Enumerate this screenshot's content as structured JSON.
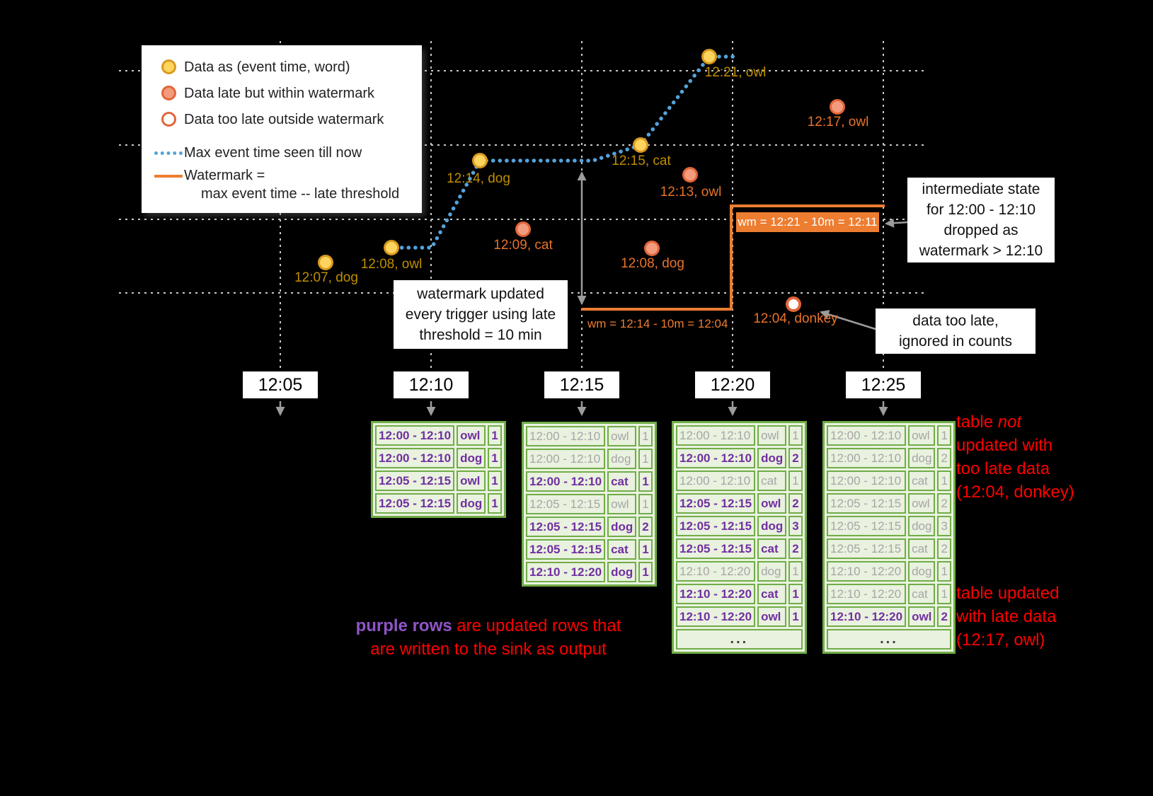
{
  "legend": {
    "items": [
      {
        "label": "Data as (event time, word)"
      },
      {
        "label": "Data late but within watermark"
      },
      {
        "label": "Data too late outside watermark"
      },
      {
        "label": "Max event time seen till now"
      },
      {
        "label": "Watermark =",
        "sublabel": "max event time -- late threshold"
      }
    ]
  },
  "points": {
    "on_time": [
      {
        "label": "12:07, dog"
      },
      {
        "label": "12:08, owl"
      },
      {
        "label": "12:14, dog"
      },
      {
        "label": "12:15, cat"
      },
      {
        "label": "12:21, owl"
      }
    ],
    "late": [
      {
        "label": "12:09, cat"
      },
      {
        "label": "12:13, owl"
      },
      {
        "label": "12:08, dog"
      },
      {
        "label": "12:17, owl"
      }
    ],
    "too_late": [
      {
        "label": "12:04, donkey"
      }
    ]
  },
  "watermark": {
    "label_1": "wm = 12:14 - 10m = 12:04",
    "label_2": "wm = 12:21 - 10m = 12:11"
  },
  "callouts": {
    "trigger_lines": [
      "watermark updated",
      "every trigger using late",
      "threshold = 10 min"
    ],
    "dropped_lines": [
      "intermediate state",
      "for 12:00 - 12:10",
      "dropped as",
      "watermark > 12:10"
    ],
    "too_late_lines": [
      "data too late,",
      "ignored in counts"
    ]
  },
  "timeline": {
    "labels": [
      "12:05",
      "12:10",
      "12:15",
      "12:20",
      "12:25"
    ]
  },
  "tables": [
    {
      "trigger": "12:10",
      "rows": [
        {
          "window": "12:00 - 12:10",
          "word": "owl",
          "count": "1",
          "state": "updated"
        },
        {
          "window": "12:00 - 12:10",
          "word": "dog",
          "count": "1",
          "state": "updated"
        },
        {
          "window": "12:05 - 12:15",
          "word": "owl",
          "count": "1",
          "state": "updated"
        },
        {
          "window": "12:05 - 12:15",
          "word": "dog",
          "count": "1",
          "state": "updated"
        }
      ]
    },
    {
      "trigger": "12:15",
      "rows": [
        {
          "window": "12:00 - 12:10",
          "word": "owl",
          "count": "1",
          "state": "old"
        },
        {
          "window": "12:00 - 12:10",
          "word": "dog",
          "count": "1",
          "state": "old"
        },
        {
          "window": "12:00 - 12:10",
          "word": "cat",
          "count": "1",
          "state": "updated"
        },
        {
          "window": "12:05 - 12:15",
          "word": "owl",
          "count": "1",
          "state": "old"
        },
        {
          "window": "12:05 - 12:15",
          "word": "dog",
          "count": "2",
          "state": "updated"
        },
        {
          "window": "12:05 - 12:15",
          "word": "cat",
          "count": "1",
          "state": "updated"
        },
        {
          "window": "12:10 - 12:20",
          "word": "dog",
          "count": "1",
          "state": "updated"
        }
      ]
    },
    {
      "trigger": "12:20",
      "ellipsis": "...",
      "rows": [
        {
          "window": "12:00 - 12:10",
          "word": "owl",
          "count": "1",
          "state": "old"
        },
        {
          "window": "12:00 - 12:10",
          "word": "dog",
          "count": "2",
          "state": "updated"
        },
        {
          "window": "12:00 - 12:10",
          "word": "cat",
          "count": "1",
          "state": "old"
        },
        {
          "window": "12:05 - 12:15",
          "word": "owl",
          "count": "2",
          "state": "updated"
        },
        {
          "window": "12:05 - 12:15",
          "word": "dog",
          "count": "3",
          "state": "updated"
        },
        {
          "window": "12:05 - 12:15",
          "word": "cat",
          "count": "2",
          "state": "updated"
        },
        {
          "window": "12:10 - 12:20",
          "word": "dog",
          "count": "1",
          "state": "old"
        },
        {
          "window": "12:10 - 12:20",
          "word": "cat",
          "count": "1",
          "state": "updated"
        },
        {
          "window": "12:10 - 12:20",
          "word": "owl",
          "count": "1",
          "state": "updated"
        }
      ]
    },
    {
      "trigger": "12:25",
      "ellipsis": "...",
      "rows": [
        {
          "window": "12:00 - 12:10",
          "word": "owl",
          "count": "1",
          "state": "old"
        },
        {
          "window": "12:00 - 12:10",
          "word": "dog",
          "count": "2",
          "state": "old"
        },
        {
          "window": "12:00 - 12:10",
          "word": "cat",
          "count": "1",
          "state": "old"
        },
        {
          "window": "12:05 - 12:15",
          "word": "owl",
          "count": "2",
          "state": "old"
        },
        {
          "window": "12:05 - 12:15",
          "word": "dog",
          "count": "3",
          "state": "old"
        },
        {
          "window": "12:05 - 12:15",
          "word": "cat",
          "count": "2",
          "state": "old"
        },
        {
          "window": "12:10 - 12:20",
          "word": "dog",
          "count": "1",
          "state": "old"
        },
        {
          "window": "12:10 - 12:20",
          "word": "cat",
          "count": "1",
          "state": "old"
        },
        {
          "window": "12:10 - 12:20",
          "word": "owl",
          "count": "2",
          "state": "updated"
        }
      ]
    }
  ],
  "notes": {
    "purple_highlight": "purple rows",
    "purple_line1_rest": " are updated rows that",
    "purple_line2": "are written to the sink as output",
    "not_updated_pre": "table ",
    "not_updated_em": "not",
    "not_updated_lines": [
      "updated with",
      "too late data",
      "(12:04, donkey)"
    ],
    "late_updated_lines": [
      "table updated",
      "with late data",
      "(12:17, owl)"
    ]
  },
  "colors": {
    "background": "#000000",
    "on_time_dot": "#FFD45E",
    "late_dot": "#F29B7D",
    "too_late_ring": "#E2653A",
    "max_event_time_line": "#55A3DC",
    "watermark_line": "#ED7D31",
    "on_time_label": "#BF8F00",
    "late_label": "#E8732A",
    "table_border_green": "#70AD47",
    "updated_row_purple": "#7030A0",
    "old_row_gray": "#A6A6A6",
    "note_red": "#FF0000"
  }
}
